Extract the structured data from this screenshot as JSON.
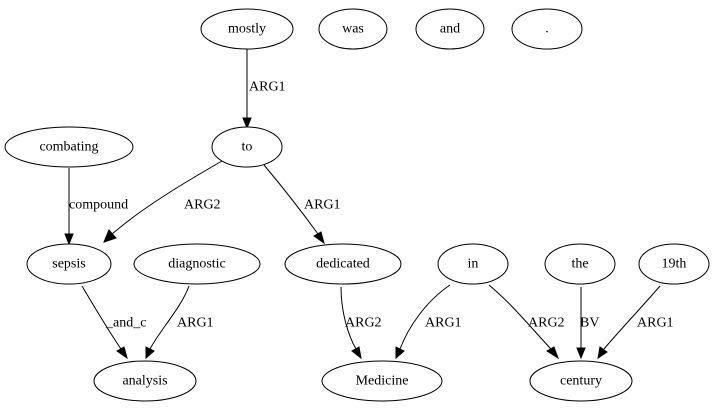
{
  "graph": {
    "nodes": {
      "mostly": "mostly",
      "was": "was",
      "and": "and",
      "period": ".",
      "combating": "combating",
      "to": "to",
      "sepsis": "sepsis",
      "diagnostic": "diagnostic",
      "dedicated": "dedicated",
      "in": "in",
      "the": "the",
      "nineteenth": "19th",
      "analysis": "analysis",
      "medicine": "Medicine",
      "century": "century"
    },
    "edges": {
      "mostly_to": "ARG1",
      "combating_sepsis": "compound",
      "to_sepsis": "ARG2",
      "to_dedicated": "ARG1",
      "sepsis_analysis": "_and_c",
      "diagnostic_analysis": "ARG1",
      "dedicated_medicine": "ARG2",
      "in_medicine": "ARG1",
      "in_century": "ARG2",
      "the_century": "BV",
      "nineteenth_century": "ARG1"
    }
  }
}
